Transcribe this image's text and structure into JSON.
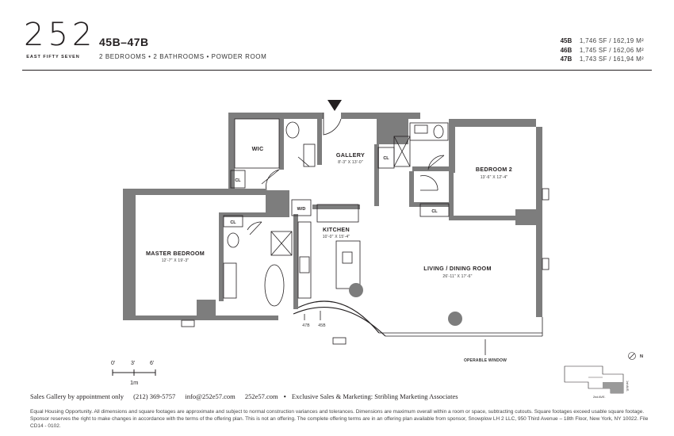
{
  "logo": {
    "number": "252",
    "subtitle": "EAST FIFTY SEVEN"
  },
  "unit": {
    "title": "45B–47B",
    "subtitle": "2 BEDROOMS • 2 BATHROOMS • POWDER ROOM"
  },
  "areas": [
    {
      "unit": "45B",
      "value": "1,746 SF / 162,19 M²"
    },
    {
      "unit": "46B",
      "value": "1,745 SF / 162,06 M²"
    },
    {
      "unit": "47B",
      "value": "1,743 SF / 161,94 M²"
    }
  ],
  "rooms": {
    "wic": "WIC",
    "gallery": "GALLERY",
    "gallery_dim": "8'-3\" X 13'-0\"",
    "bedroom2": "BEDROOM 2",
    "bedroom2_dim": "13'-6\" X 12'-4\"",
    "master": "MASTER BEDROOM",
    "master_dim": "12'-7\" X 19'-3\"",
    "kitchen": "KITCHEN",
    "kitchen_dim": "10'-0\" X 15'-4\"",
    "living": "LIVING / DINING ROOM",
    "living_dim": "26'-11\" X 17'-6\"",
    "cl": "CL",
    "wd": "W/D"
  },
  "labels": {
    "floor_47b": "47B",
    "floor_45b": "45B",
    "operable_window": "OPERABLE WINDOW",
    "north": "N",
    "keyplan_street_side": "1st AVE.",
    "keyplan_street_bottom": "2nd AVE."
  },
  "scale": {
    "t0": "0'",
    "t1": "3'",
    "t2": "6'",
    "metric": "1m"
  },
  "footer": {
    "sales": "Sales Gallery by appointment only",
    "phone": "(212) 369-5757",
    "email": "info@252e57.com",
    "web": "252e57.com",
    "marketing": "Exclusive Sales & Marketing: Stribling Marketing Associates",
    "disclaimer": "Equal Housing Opportunity. All dimensions and square footages are approximate and subject to normal construction variances and tolerances. Dimensions are maximum overall within a room or space, subtracting cutouts. Square footages exceed usable square footage. Sponsor reserves the right to make changes in accordance with the terms of the offering plan. This is not an offering. The complete offering terms are in an offering plan available from sponsor, Snowplow LH 2 LLC, 950 Third Avenue – 18th Floor, New York, NY 10022. File CD14 - 0102."
  },
  "colors": {
    "wall": "#7d7d7d",
    "line": "#231f20",
    "keyplan_fill": "#9a9a9a"
  }
}
